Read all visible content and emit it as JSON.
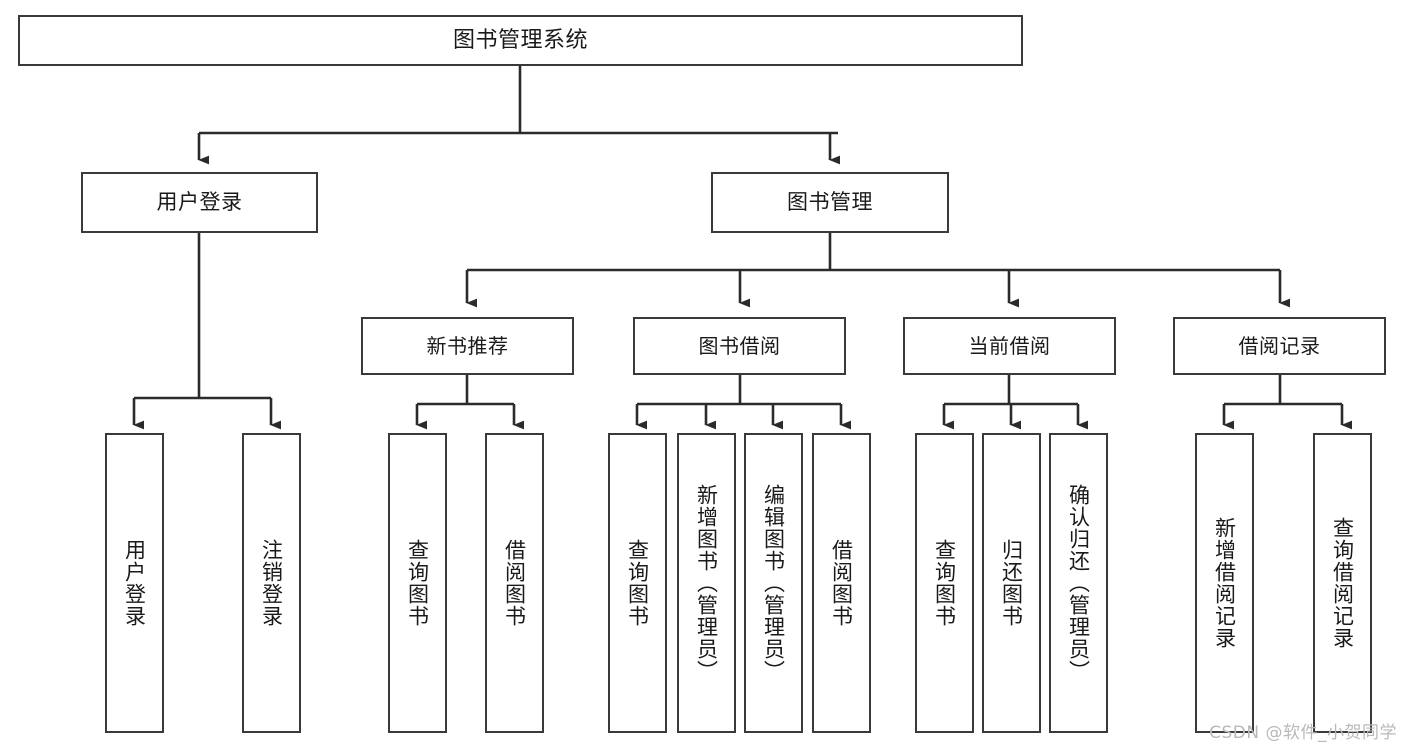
{
  "diagram": {
    "type": "tree",
    "title": "图书管理系统",
    "root": {
      "id": "root",
      "label": "图书管理系统"
    },
    "level2": [
      {
        "id": "user-login",
        "label": "用户登录"
      },
      {
        "id": "book-manage",
        "label": "图书管理"
      }
    ],
    "level3": [
      {
        "id": "new-book-recommend",
        "label": "新书推荐",
        "parent": "book-manage"
      },
      {
        "id": "book-borrow",
        "label": "图书借阅",
        "parent": "book-manage"
      },
      {
        "id": "current-borrow",
        "label": "当前借阅",
        "parent": "book-manage"
      },
      {
        "id": "borrow-record",
        "label": "借阅记录",
        "parent": "book-manage"
      }
    ],
    "leaves": {
      "user_login": [
        {
          "id": "leaf-user-login",
          "label": "用户登录"
        },
        {
          "id": "leaf-logout-login",
          "label": "注销登录"
        }
      ],
      "new_book_recommend": [
        {
          "id": "leaf-query-book-1",
          "label": "查询图书"
        },
        {
          "id": "leaf-borrow-book-1",
          "label": "借阅图书"
        }
      ],
      "book_borrow": [
        {
          "id": "leaf-query-book-2",
          "label": "查询图书"
        },
        {
          "id": "leaf-add-book",
          "label": "新增图书（管理员）"
        },
        {
          "id": "leaf-edit-book",
          "label": "编辑图书（管理员）"
        },
        {
          "id": "leaf-borrow-book-2",
          "label": "借阅图书"
        }
      ],
      "current_borrow": [
        {
          "id": "leaf-query-book-3",
          "label": "查询图书"
        },
        {
          "id": "leaf-return-book",
          "label": "归还图书"
        },
        {
          "id": "leaf-confirm-return",
          "label": "确认归还（管理员）"
        }
      ],
      "borrow_record": [
        {
          "id": "leaf-add-record",
          "label": "新增借阅记录"
        },
        {
          "id": "leaf-query-record",
          "label": "查询借阅记录"
        }
      ]
    }
  },
  "watermark": {
    "text": "CSDN @软件_小贺同学"
  },
  "colors": {
    "border": "#3a3a3a",
    "background": "#ffffff",
    "text": "#1a1a1a",
    "connector": "#2b2b2b",
    "watermark": "#b9b9b9"
  }
}
